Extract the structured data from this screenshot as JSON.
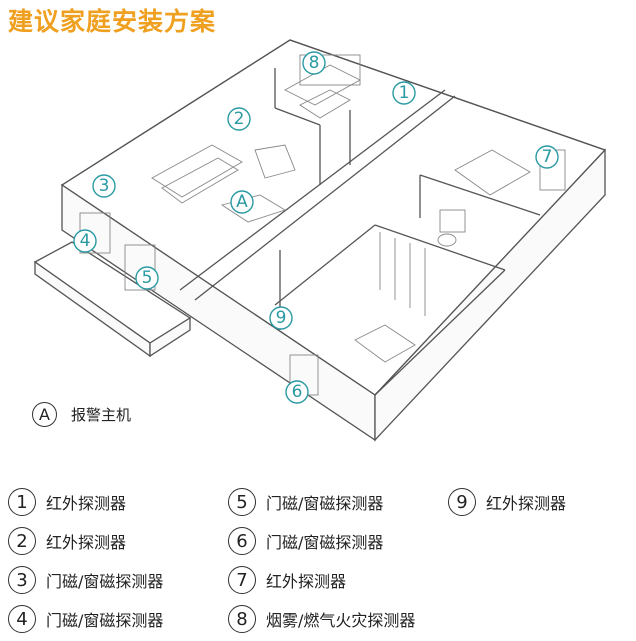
{
  "title": "建议家庭安装方案",
  "host": {
    "symbol": "A",
    "label": "报警主机"
  },
  "markers": [
    "1",
    "2",
    "3",
    "4",
    "5",
    "6",
    "7",
    "8",
    "9",
    "A"
  ],
  "legend": [
    {
      "num": "1",
      "label": "红外探测器"
    },
    {
      "num": "2",
      "label": "红外探测器"
    },
    {
      "num": "3",
      "label": "门磁/窗磁探测器"
    },
    {
      "num": "4",
      "label": "门磁/窗磁探测器"
    },
    {
      "num": "5",
      "label": "门磁/窗磁探测器"
    },
    {
      "num": "6",
      "label": "门磁/窗磁探测器"
    },
    {
      "num": "7",
      "label": "红外探测器"
    },
    {
      "num": "8",
      "label": "烟雾/燃气火灾探测器"
    },
    {
      "num": "9",
      "label": "红外探测器"
    }
  ],
  "colors": {
    "title": "#f0a020",
    "marker": "#2a9aa3"
  }
}
